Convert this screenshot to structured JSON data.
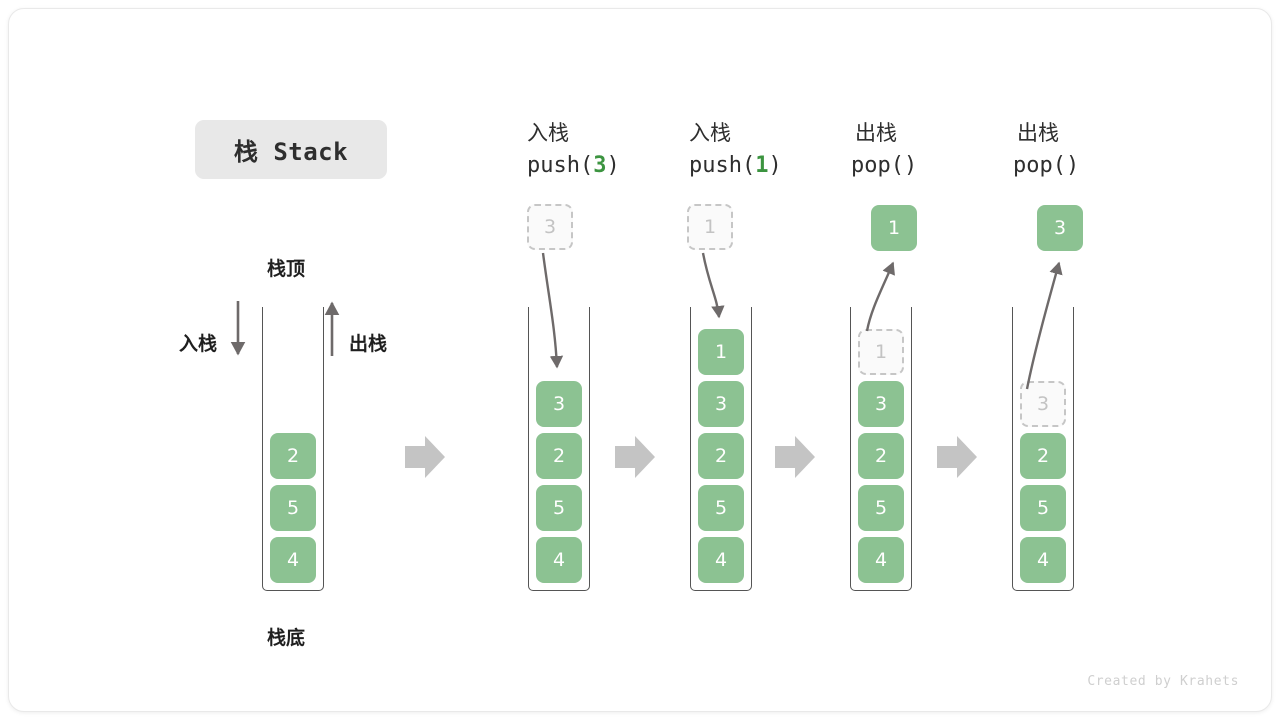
{
  "title": {
    "label": "栈 Stack"
  },
  "left_stack": {
    "top_label": "栈顶",
    "bottom_label": "栈底",
    "push_label": "入栈",
    "pop_label": "出栈",
    "items": [
      "2",
      "5",
      "4"
    ]
  },
  "columns": [
    {
      "id": "push-3",
      "cn_title": "入栈",
      "code_prefix": "push(",
      "code_arg": "3",
      "code_suffix": ")",
      "floating": {
        "value": "3",
        "style": "ghost",
        "position": "above"
      },
      "items": [
        {
          "value": "3",
          "style": "filled"
        },
        {
          "value": "2",
          "style": "filled"
        },
        {
          "value": "5",
          "style": "filled"
        },
        {
          "value": "4",
          "style": "filled"
        }
      ]
    },
    {
      "id": "push-1",
      "cn_title": "入栈",
      "code_prefix": "push(",
      "code_arg": "1",
      "code_suffix": ")",
      "floating": {
        "value": "1",
        "style": "ghost",
        "position": "above"
      },
      "items": [
        {
          "value": "1",
          "style": "filled"
        },
        {
          "value": "3",
          "style": "filled"
        },
        {
          "value": "2",
          "style": "filled"
        },
        {
          "value": "5",
          "style": "filled"
        },
        {
          "value": "4",
          "style": "filled"
        }
      ]
    },
    {
      "id": "pop-1",
      "cn_title": "出栈",
      "code_prefix": "pop(",
      "code_arg": "",
      "code_suffix": ")",
      "floating": {
        "value": "1",
        "style": "filled",
        "position": "above"
      },
      "items": [
        {
          "value": "1",
          "style": "ghost"
        },
        {
          "value": "3",
          "style": "filled"
        },
        {
          "value": "2",
          "style": "filled"
        },
        {
          "value": "5",
          "style": "filled"
        },
        {
          "value": "4",
          "style": "filled"
        }
      ]
    },
    {
      "id": "pop-2",
      "cn_title": "出栈",
      "code_prefix": "pop(",
      "code_arg": "",
      "code_suffix": ")",
      "floating": {
        "value": "3",
        "style": "filled",
        "position": "above"
      },
      "items": [
        {
          "value": "3",
          "style": "ghost"
        },
        {
          "value": "2",
          "style": "filled"
        },
        {
          "value": "5",
          "style": "filled"
        },
        {
          "value": "4",
          "style": "filled"
        }
      ]
    }
  ],
  "separators": [
    "arrow-right",
    "arrow-right",
    "arrow-right",
    "arrow-right"
  ],
  "footer": {
    "credit": "Created by Krahets"
  },
  "colors": {
    "cell_green": "#8cc292",
    "accent_green": "#3c9440",
    "badge_gray": "#e8e8e8",
    "arrow_gray": "#c4c4c4",
    "line_gray": "#6e6a6a",
    "ghost_border": "#c6c6c6"
  }
}
